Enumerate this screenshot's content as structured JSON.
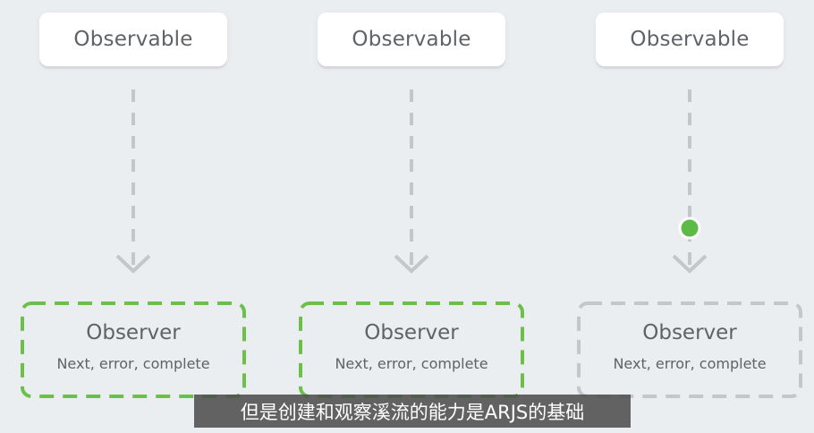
{
  "diagram": {
    "columns": [
      {
        "observable_label": "Observable",
        "observer_title": "Observer",
        "observer_methods": "Next, error, complete",
        "border_color": "#6cc04a",
        "has_event_dot": false
      },
      {
        "observable_label": "Observable",
        "observer_title": "Observer",
        "observer_methods": "Next, error, complete",
        "border_color": "#6cc04a",
        "has_event_dot": false
      },
      {
        "observable_label": "Observable",
        "observer_title": "Observer",
        "observer_methods": "Next, error, complete",
        "border_color": "#c3c7cc",
        "has_event_dot": true
      }
    ],
    "arrow_color": "#c3c7cc",
    "event_dot_color": "#5cba47"
  },
  "subtitle": {
    "text": "但是创建和观察溪流的能力是ARJS的基础"
  }
}
